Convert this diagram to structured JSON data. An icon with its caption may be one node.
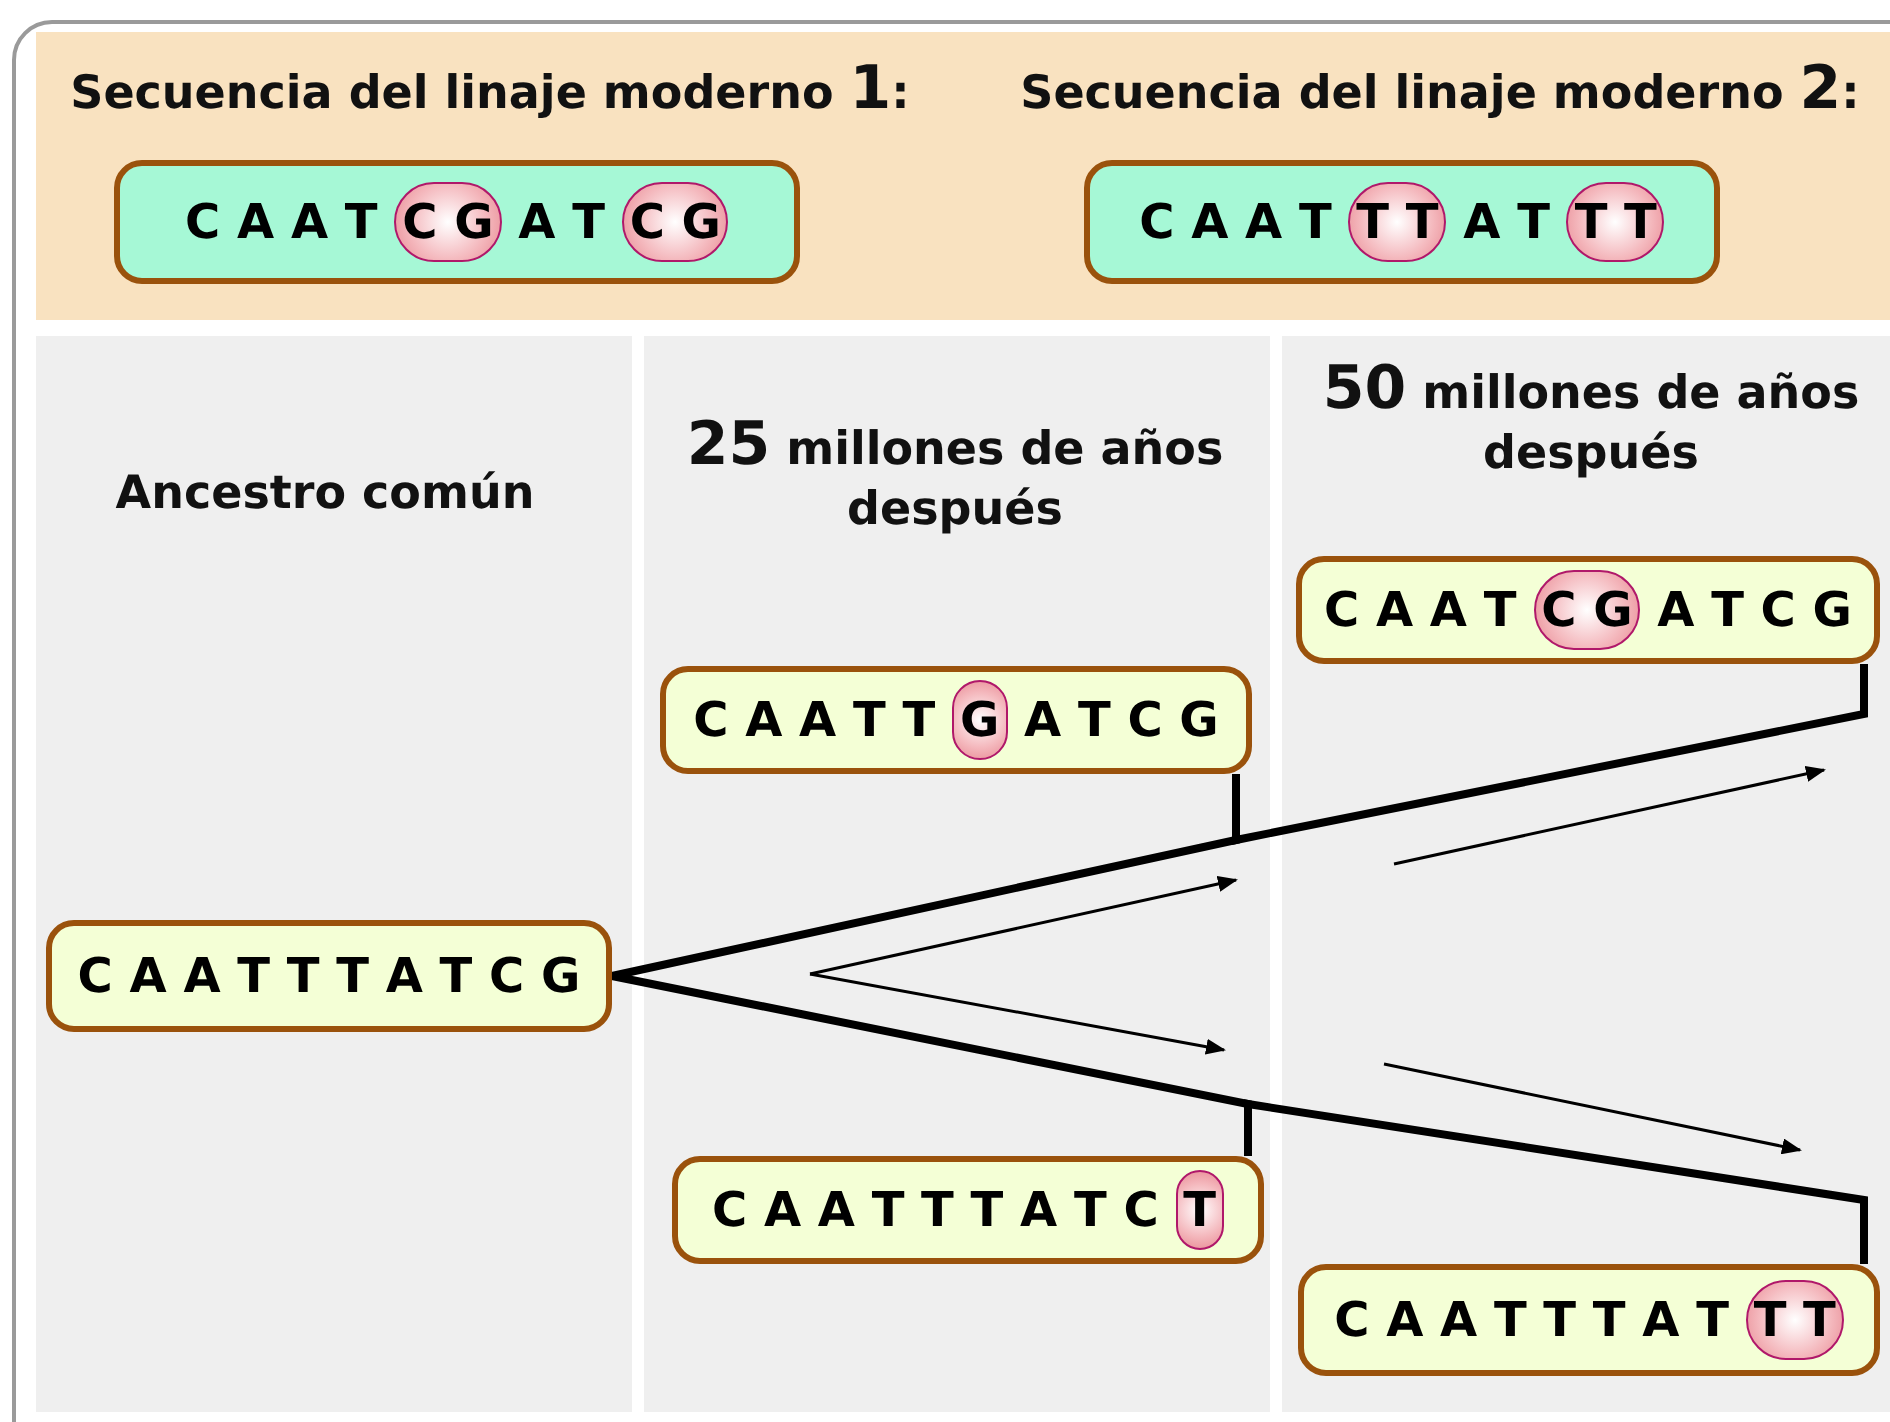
{
  "diagram": {
    "nodes": [
      {
        "text": [
          "C A A T C G A T C G"
        ],
        "beside": [
          "Secuencia del linaje moderno **1**:"
        ]
      },
      {
        "text": [
          "C A A T T T A T T T"
        ],
        "beside": [
          "Secuencia del linaje moderno **2**:"
        ]
      },
      {
        "text": [
          "C A A T T T A T C G"
        ]
      },
      {
        "text": [
          "C A A T T G A T C G"
        ]
      },
      {
        "text": [
          "C A A T T T A T C T"
        ]
      },
      {
        "text": [
          "C A A T C G A T C G"
        ]
      },
      {
        "text": [
          "C A A T T T A T T T"
        ]
      }
    ],
    "edges": [
      {
        "from": 2,
        "to": 3,
        "arrow": "none"
      },
      {
        "from": 2,
        "to": 4,
        "arrow": "none"
      },
      {
        "from": 3,
        "to": 5,
        "arrow": "none"
      },
      {
        "from": 4,
        "to": 6,
        "arrow": "none"
      }
    ],
    "labels": [
      "Ancestro común",
      "**25** millones de años después",
      "**50** millones de años después"
    ]
  }
}
